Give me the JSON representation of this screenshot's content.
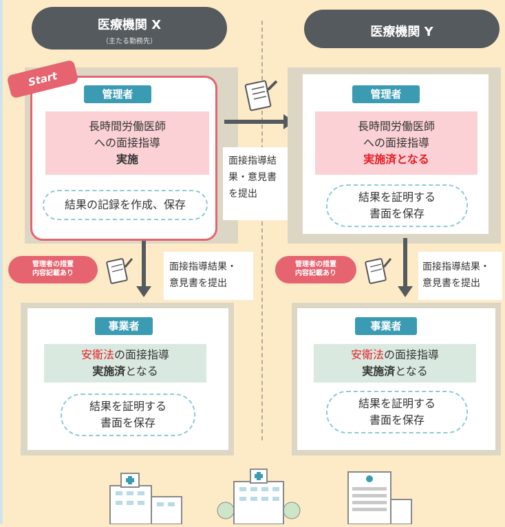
{
  "institution_x": {
    "title": "医療機関 X",
    "subtitle": "（主たる勤務先）"
  },
  "institution_y": {
    "title": "医療機関 Y"
  },
  "start_label": "Start",
  "x_admin": {
    "role": "管理者",
    "box_line1": "長時間労働医師",
    "box_line2": "への面接指導",
    "box_line3": "実施",
    "action": "結果の記録を作成、保存"
  },
  "transfer_note": {
    "line1": "面接指導結",
    "line2": "果・意見書",
    "line3": "を提出"
  },
  "y_admin": {
    "role": "管理者",
    "box_line1": "長時間労働医師",
    "box_line2": "への面接指導",
    "box_line3": "実施済となる",
    "action_line1": "結果を証明する",
    "action_line2": "書面を保存"
  },
  "x_mid": {
    "badge_line1": "管理者の措置",
    "badge_line2": "内容記載あり",
    "note_line1": "面接指導結果・",
    "note_line2": "意見書を提出"
  },
  "y_mid": {
    "badge_line1": "管理者の措置",
    "badge_line2": "内容記載あり",
    "note_line1": "面接指導結果・",
    "note_line2": "意見書を提出"
  },
  "x_employer": {
    "role": "事業者",
    "law": "安衛法",
    "line1_rest": "の面接指導",
    "line2_bold": "実施済",
    "line2_rest": "となる",
    "action_line1": "結果を証明する",
    "action_line2": "書面を保存"
  },
  "y_employer": {
    "role": "事業者",
    "law": "安衛法",
    "line1_rest": "の面接指導",
    "line2_bold": "実施済",
    "line2_rest": "となる",
    "action_line1": "結果を証明する",
    "action_line2": "書面を保存"
  },
  "colors": {
    "teal": "#3a9bb3",
    "pink": "#fbd1d5",
    "badge": "#e56470",
    "red": "#e51e25",
    "background": "#fdebc8"
  },
  "icons": [
    "document-pen-icon",
    "hospital-icon",
    "hospital-icon",
    "building-icon"
  ]
}
